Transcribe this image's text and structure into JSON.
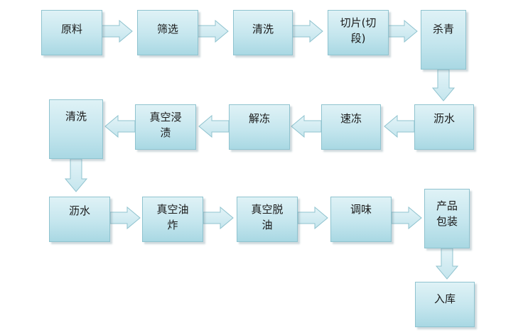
{
  "colors": {
    "box_top": "#dff2f6",
    "box_bottom": "#a9d8e3",
    "box_border": "#8fc3cf",
    "arrow_fill": "#c4e5ed",
    "arrow_stroke": "#8fc3cf",
    "text": "#1a1a1a"
  },
  "steps": [
    {
      "id": "s1",
      "label": "原料"
    },
    {
      "id": "s2",
      "label": "筛选"
    },
    {
      "id": "s3",
      "label": "清洗"
    },
    {
      "id": "s4",
      "label": "切片(切段)"
    },
    {
      "id": "s5",
      "label": "杀青"
    },
    {
      "id": "s6",
      "label": "沥水"
    },
    {
      "id": "s7",
      "label": "速冻"
    },
    {
      "id": "s8",
      "label": "解冻"
    },
    {
      "id": "s9",
      "label": "真空浸渍"
    },
    {
      "id": "s10",
      "label": "清洗"
    },
    {
      "id": "s11",
      "label": "沥水"
    },
    {
      "id": "s12",
      "label": "真空油炸"
    },
    {
      "id": "s13",
      "label": "真空脱油"
    },
    {
      "id": "s14",
      "label": "调味"
    },
    {
      "id": "s15",
      "label": "产品包装"
    },
    {
      "id": "s16",
      "label": "入库"
    }
  ],
  "edges": [
    {
      "from": "s1",
      "to": "s2"
    },
    {
      "from": "s2",
      "to": "s3"
    },
    {
      "from": "s3",
      "to": "s4"
    },
    {
      "from": "s4",
      "to": "s5"
    },
    {
      "from": "s5",
      "to": "s6"
    },
    {
      "from": "s6",
      "to": "s7"
    },
    {
      "from": "s7",
      "to": "s8"
    },
    {
      "from": "s8",
      "to": "s9"
    },
    {
      "from": "s9",
      "to": "s10"
    },
    {
      "from": "s10",
      "to": "s11"
    },
    {
      "from": "s11",
      "to": "s12"
    },
    {
      "from": "s12",
      "to": "s13"
    },
    {
      "from": "s13",
      "to": "s14"
    },
    {
      "from": "s14",
      "to": "s15"
    },
    {
      "from": "s15",
      "to": "s16"
    }
  ]
}
